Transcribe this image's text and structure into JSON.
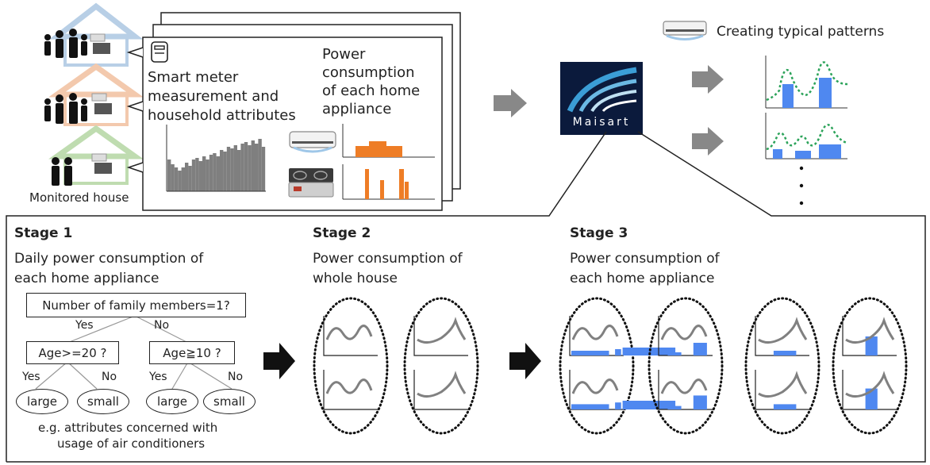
{
  "header": {
    "card_title": "Smart meter measurement and household attributes",
    "card_title_lines": [
      "Smart meter",
      "measurement and",
      "household attributes"
    ],
    "appliance_title_lines": [
      "Power",
      "consumption",
      "of each home",
      "appliance"
    ],
    "monitored_label": "Monitored house",
    "typical_patterns_label": "Creating typical patterns",
    "logo_text": "Maisart"
  },
  "stage1": {
    "title": "Stage 1",
    "subtitle_lines": [
      "Daily power consumption of",
      "each home appliance"
    ],
    "tree": {
      "root": "Number of family members=1?",
      "yes": "Yes",
      "no": "No",
      "left_node": "Age>=20 ?",
      "right_node": "Age≧10 ?",
      "leaf_large": "large",
      "leaf_small": "small"
    },
    "note_lines": [
      "e.g. attributes concerned with",
      "usage of air conditioners"
    ]
  },
  "stage2": {
    "title": "Stage 2",
    "subtitle_lines": [
      "Power consumption of",
      "whole house"
    ]
  },
  "stage3": {
    "title": "Stage 3",
    "subtitle_lines": [
      "Power consumption of",
      "each home appliance"
    ]
  },
  "colors": {
    "orange": "#ee7d26",
    "blue": "#4f88f0",
    "green_dotted": "#2ca35a",
    "grey_bars": "#7f7f7f",
    "curve": "#808080",
    "arrow_grey": "#888888",
    "logo_bg": "#0b1a3c",
    "house_blue": "#b8cfe6",
    "house_orange": "#f3c9ad",
    "house_green": "#bfdcb0"
  },
  "icons": [
    "family-icon",
    "house-icon",
    "tv-icon",
    "smart-meter-icon",
    "air-conditioner-icon",
    "induction-cooker-icon",
    "arrow-right-icon",
    "ellipsis-dots-icon"
  ]
}
